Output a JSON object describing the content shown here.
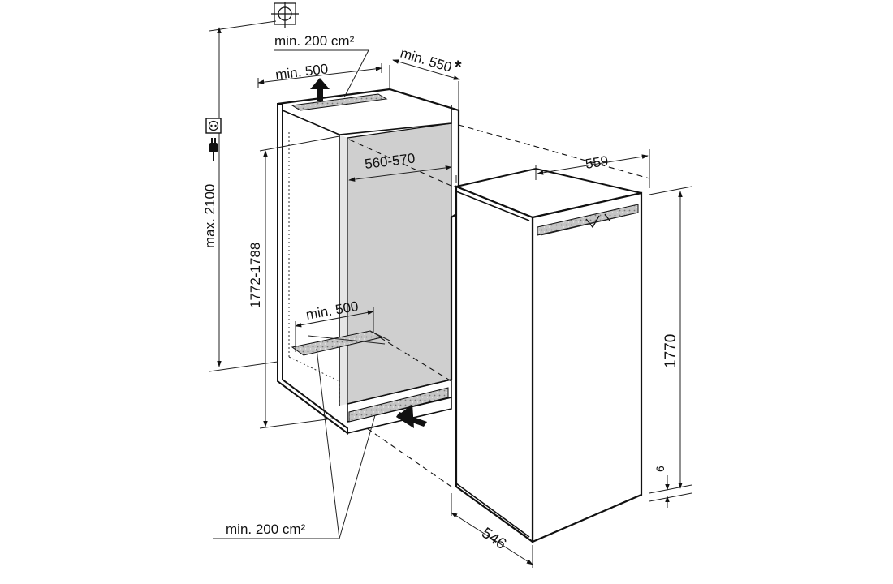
{
  "labels": {
    "top_vent_area": "min. 200 cm²",
    "top_vent_width": "min. 500",
    "niche_depth": "min. 550",
    "niche_depth_note": "*",
    "niche_width": "560-570",
    "niche_height": "1772-1788",
    "max_height": "max. 2100",
    "bottom_vent_width": "min. 500",
    "bottom_vent_area": "min. 200 cm²",
    "appliance_width": "559",
    "appliance_height": "1770",
    "plinth_gap": "6",
    "appliance_depth": "546"
  },
  "icons": {
    "top_symbol": "crosshair-circle-icon",
    "socket": "power-socket-icon",
    "plug": "power-plug-icon"
  },
  "colors": {
    "line": "#111111",
    "niche_interior": "#cfcfcf",
    "vent_fill": "#bdbdbd",
    "background": "#ffffff"
  }
}
